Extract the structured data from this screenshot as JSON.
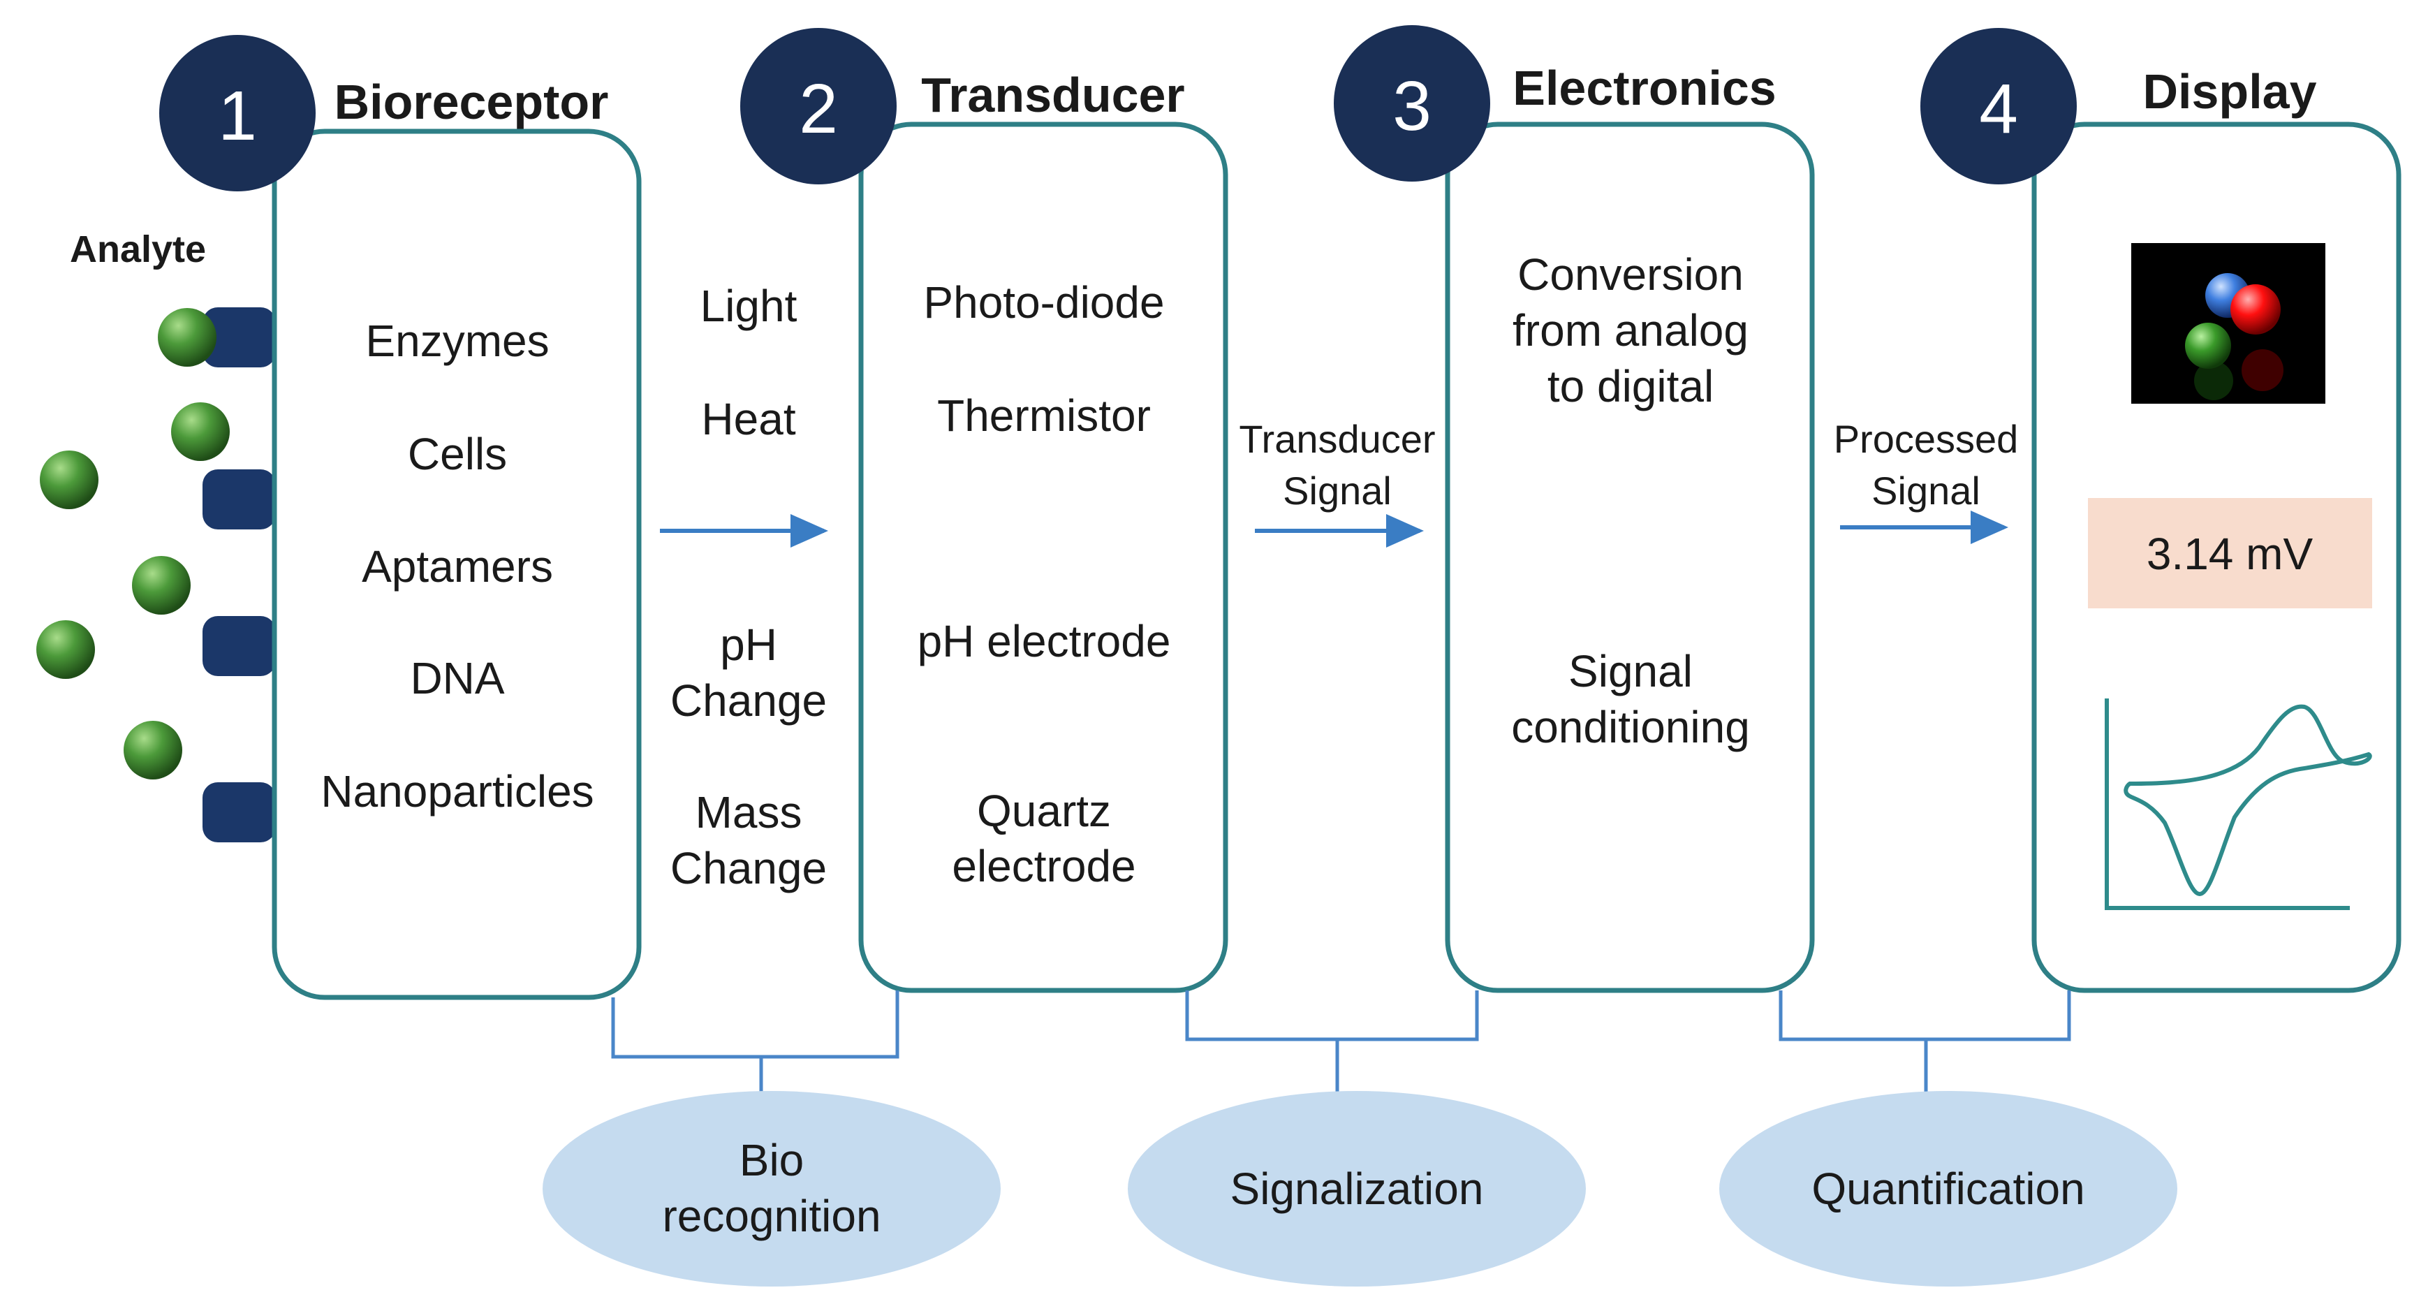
{
  "stages": [
    {
      "number": "1",
      "title": "Bioreceptor",
      "items": [
        "Enzymes",
        "Cells",
        "Aptamers",
        "DNA",
        "Nanoparticles"
      ]
    },
    {
      "number": "2",
      "title": "Transducer",
      "items": [
        "Photo-diode",
        "Thermistor",
        "pH electrode",
        "Quartz",
        "electrode"
      ]
    },
    {
      "number": "3",
      "title": "Electronics",
      "items": [
        "Conversion",
        "from analog",
        "to digital",
        "Signal",
        "conditioning"
      ]
    },
    {
      "number": "4",
      "title": "Display",
      "readout": "3.14 mV"
    }
  ],
  "analyte_label": "Analyte",
  "signal_types": [
    "Light",
    "Heat",
    "pH",
    "Change",
    "Mass",
    "Change"
  ],
  "arrow_labels": {
    "transducer_signal": [
      "Transducer",
      "Signal"
    ],
    "processed_signal": [
      "Processed",
      "Signal"
    ]
  },
  "phases": [
    [
      "Bio",
      "recognition"
    ],
    [
      "Signalization"
    ],
    [
      "Quantification"
    ]
  ],
  "colors": {
    "badge_fill": "#1a2f55",
    "box_stroke": "#2e7f86",
    "arrow": "#3a7dc4",
    "connector": "#4a86c8",
    "phase_fill": "#c5dbef",
    "receptor_fill": "#1b3769",
    "analyte_fill": "#4c9a3a",
    "readout_fill": "#f8dccd",
    "curve": "#2e8b8b"
  }
}
